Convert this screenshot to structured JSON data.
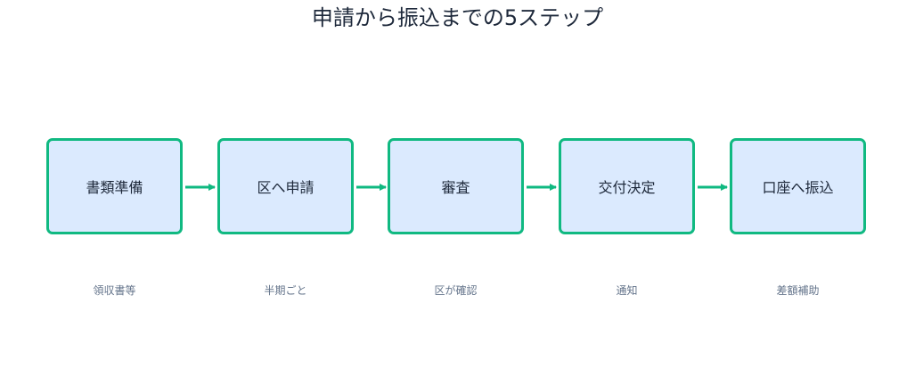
{
  "title": "申請から振込までの5ステップ",
  "colors": {
    "box_fill": "#dbeafe",
    "box_border": "#10b981",
    "arrow": "#10b981",
    "title_text": "#1e293b",
    "caption_text": "#64748b"
  },
  "steps": [
    {
      "label": "書類準備",
      "caption": "領収書等"
    },
    {
      "label": "区へ申請",
      "caption": "半期ごと"
    },
    {
      "label": "審査",
      "caption": "区が確認"
    },
    {
      "label": "交付決定",
      "caption": "通知"
    },
    {
      "label": "口座へ振込",
      "caption": "差額補助"
    }
  ]
}
